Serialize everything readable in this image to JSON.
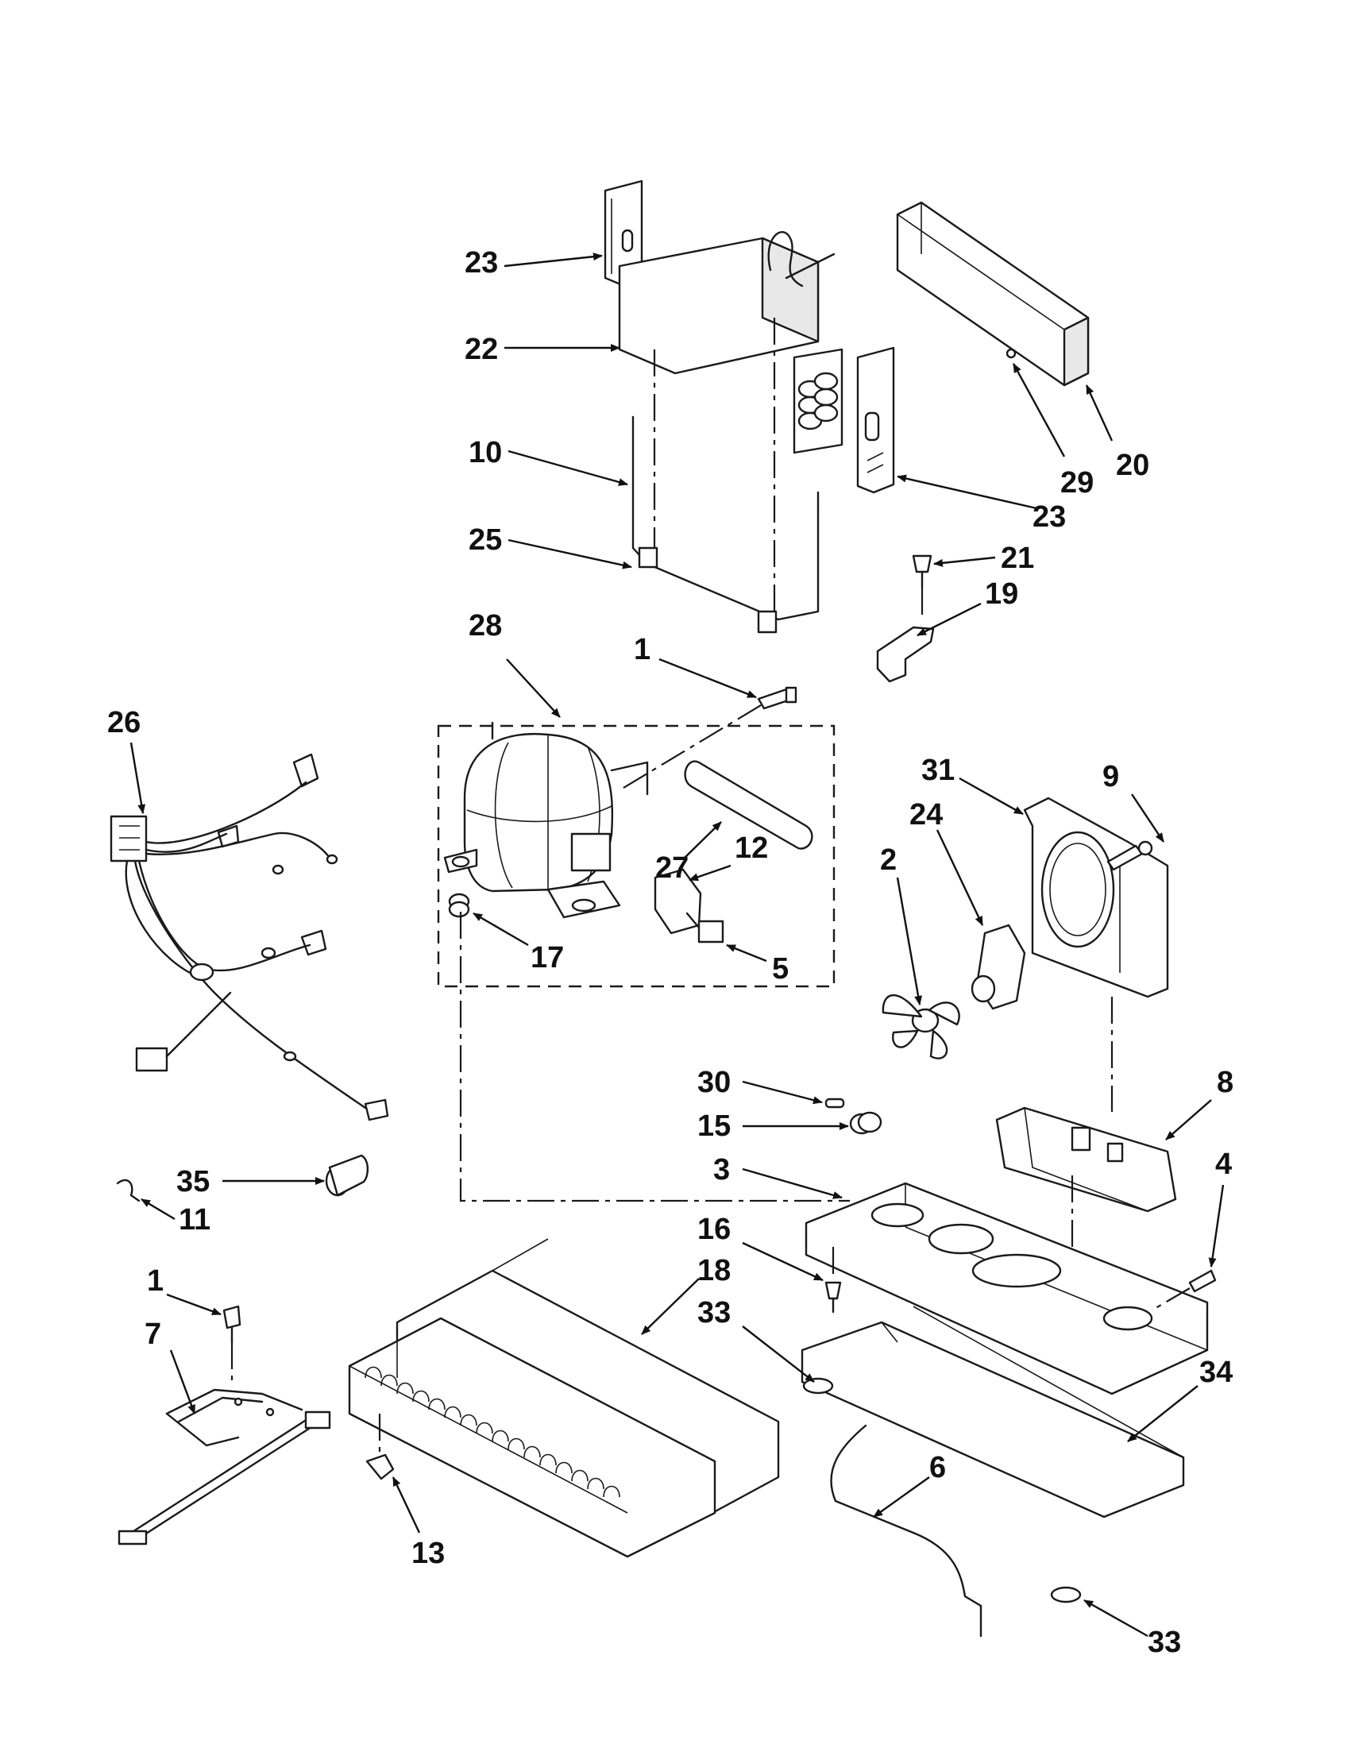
{
  "callouts": [
    {
      "id": "c23a",
      "text": "23"
    },
    {
      "id": "c22",
      "text": "22"
    },
    {
      "id": "c10",
      "text": "10"
    },
    {
      "id": "c25",
      "text": "25"
    },
    {
      "id": "c28",
      "text": "28"
    },
    {
      "id": "c1a",
      "text": "1"
    },
    {
      "id": "c20",
      "text": "20"
    },
    {
      "id": "c29",
      "text": "29"
    },
    {
      "id": "c23b",
      "text": "23"
    },
    {
      "id": "c21",
      "text": "21"
    },
    {
      "id": "c19",
      "text": "19"
    },
    {
      "id": "c26",
      "text": "26"
    },
    {
      "id": "c27",
      "text": "27"
    },
    {
      "id": "c12",
      "text": "12"
    },
    {
      "id": "c17",
      "text": "17"
    },
    {
      "id": "c5",
      "text": "5"
    },
    {
      "id": "c31",
      "text": "31"
    },
    {
      "id": "c9",
      "text": "9"
    },
    {
      "id": "c24",
      "text": "24"
    },
    {
      "id": "c2",
      "text": "2"
    },
    {
      "id": "c30",
      "text": "30"
    },
    {
      "id": "c8",
      "text": "8"
    },
    {
      "id": "c15",
      "text": "15"
    },
    {
      "id": "c3",
      "text": "3"
    },
    {
      "id": "c4",
      "text": "4"
    },
    {
      "id": "c35",
      "text": "35"
    },
    {
      "id": "c11",
      "text": "11"
    },
    {
      "id": "c16",
      "text": "16"
    },
    {
      "id": "c18",
      "text": "18"
    },
    {
      "id": "c33a",
      "text": "33"
    },
    {
      "id": "c1b",
      "text": "1"
    },
    {
      "id": "c7",
      "text": "7"
    },
    {
      "id": "c34",
      "text": "34"
    },
    {
      "id": "c6",
      "text": "6"
    },
    {
      "id": "c13",
      "text": "13"
    },
    {
      "id": "c33b",
      "text": "33"
    }
  ]
}
